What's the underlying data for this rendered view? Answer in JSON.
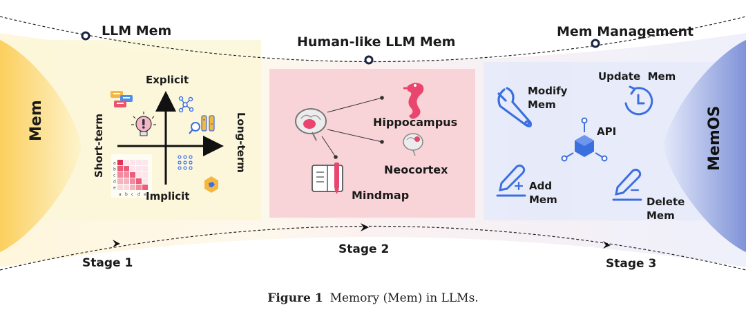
{
  "top": {
    "left": "LLM Mem",
    "center": "Human-like LLM Mem",
    "right": "Mem Management"
  },
  "side": {
    "left": "Mem",
    "right": "MemOS"
  },
  "stage1": {
    "axis_top": "Explicit",
    "axis_bottom": "Implicit",
    "axis_left": "Short-term",
    "axis_right": "Long-term",
    "heatmap_rows": [
      "a",
      "b",
      "c",
      "d",
      "e"
    ],
    "heatmap_cols": [
      "a",
      "b",
      "c",
      "d",
      "e"
    ]
  },
  "stage2": {
    "hippocampus": "Hippocampus",
    "neocortex": "Neocortex",
    "mindmap": "Mindmap"
  },
  "stage3": {
    "modify_line1": "Modify",
    "modify_line2": "Mem",
    "update": "Update  Mem",
    "api": "API",
    "add_line1": "Add",
    "add_line2": "Mem",
    "delete_line1": "Delete",
    "delete_line2": "Mem"
  },
  "stages": {
    "s1": "Stage 1",
    "s2": "Stage 2",
    "s3": "Stage 3"
  },
  "caption": {
    "label": "Figure 1",
    "text": "Memory (Mem) in LLMs."
  },
  "colors": {
    "stage1_panel": "#fbf7d9",
    "stage2_panel": "#f8d5d9",
    "stage3_panel": "#e3e8fa",
    "left_glow": "#fcd779",
    "right_glow": "#8ea1dc",
    "accent_blue": "#3b6fe0",
    "accent_pink": "#e9456f"
  }
}
